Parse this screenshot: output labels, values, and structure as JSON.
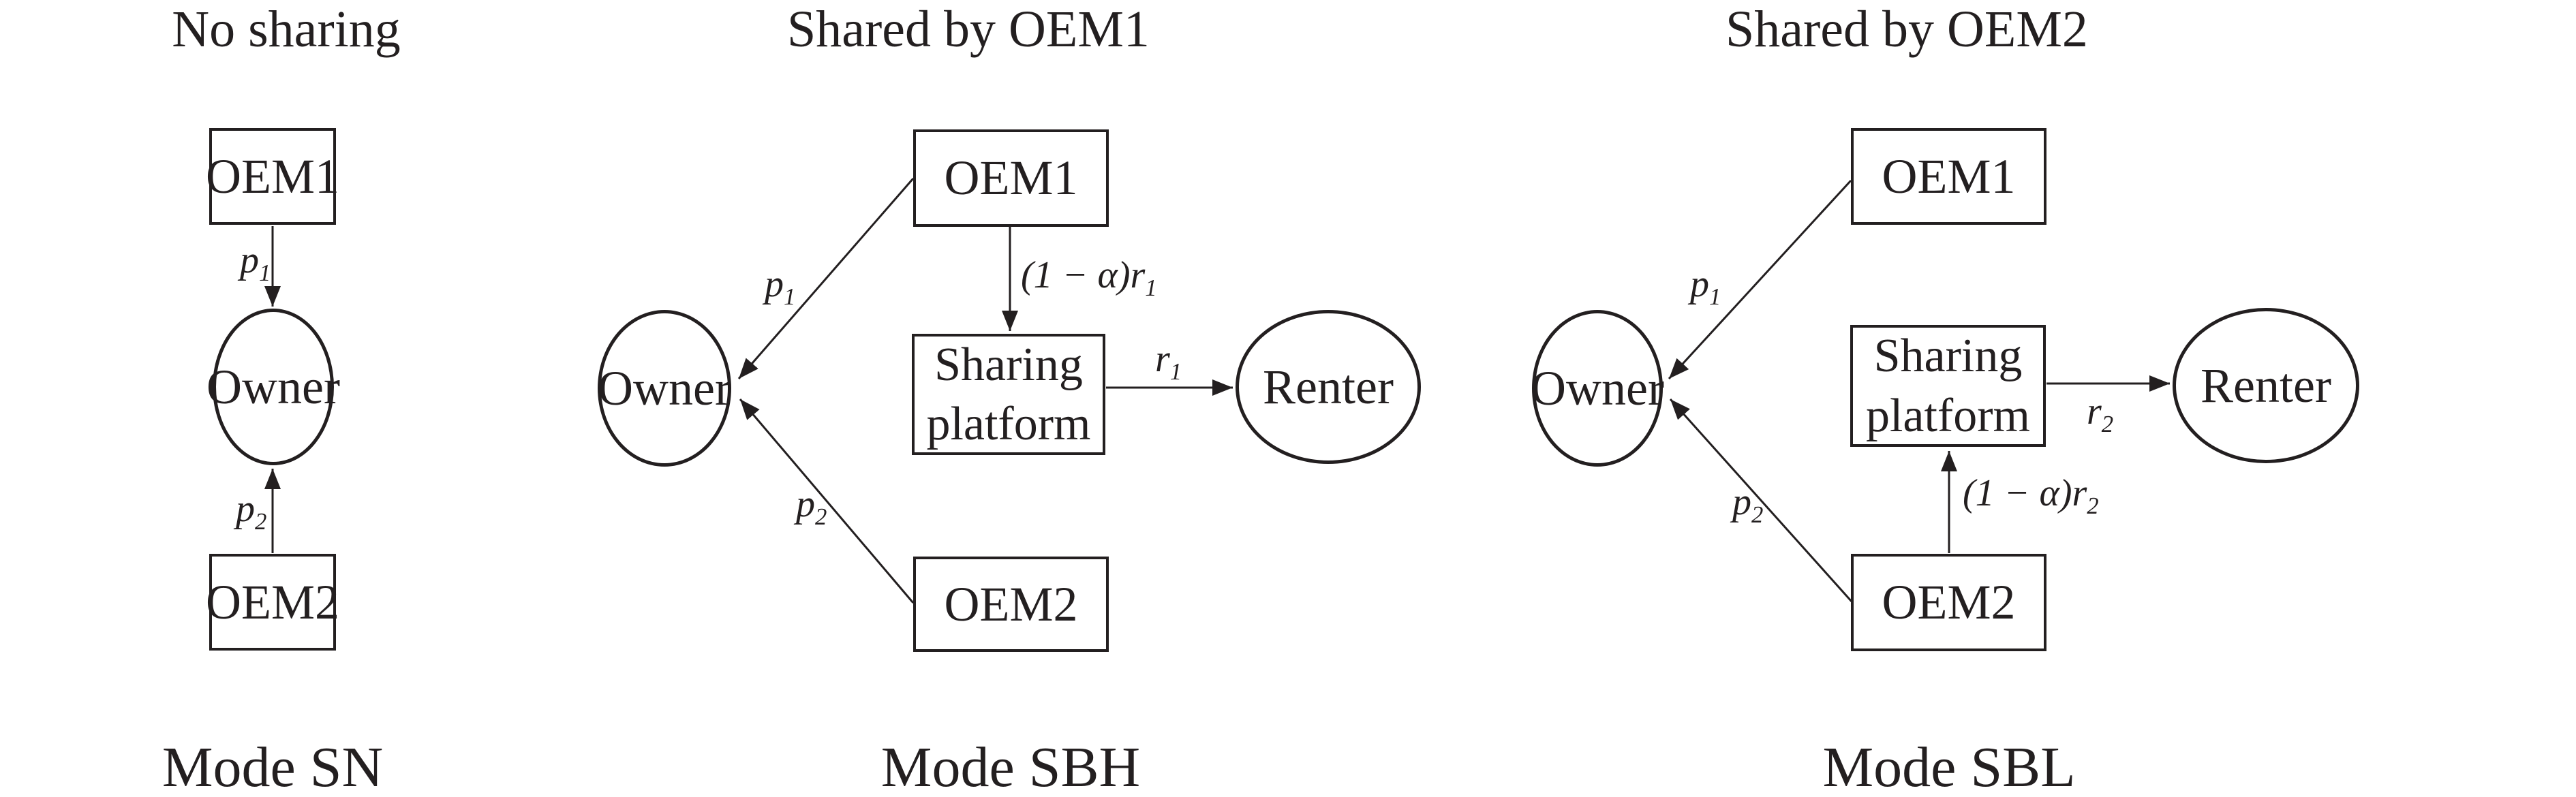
{
  "colors": {
    "ink": "#231f20",
    "background": "#ffffff"
  },
  "panels": [
    {
      "title": "No sharing",
      "mode_label": "Mode SN",
      "nodes": {
        "oem1": "OEM1",
        "owner": "Owner",
        "oem2": "OEM2"
      },
      "edge_labels": {
        "p1": {
          "base": "p",
          "sub": "1"
        },
        "p2": {
          "base": "p",
          "sub": "2"
        }
      }
    },
    {
      "title": "Shared by OEM1",
      "mode_label": "Mode SBH",
      "nodes": {
        "oem1": "OEM1",
        "owner": "Owner",
        "platform": [
          "Sharing",
          "platform"
        ],
        "renter": "Renter",
        "oem2": "OEM2"
      },
      "edge_labels": {
        "p1": {
          "base": "p",
          "sub": "1"
        },
        "p2": {
          "base": "p",
          "sub": "2"
        },
        "platform_share": {
          "base": "(1 − α)r",
          "sub": "1"
        },
        "rent": {
          "base": "r",
          "sub": "1"
        }
      }
    },
    {
      "title": "Shared by OEM2",
      "mode_label": "Mode SBL",
      "nodes": {
        "oem1": "OEM1",
        "owner": "Owner",
        "platform": [
          "Sharing",
          "platform"
        ],
        "renter": "Renter",
        "oem2": "OEM2"
      },
      "edge_labels": {
        "p1": {
          "base": "p",
          "sub": "1"
        },
        "p2": {
          "base": "p",
          "sub": "2"
        },
        "platform_share": {
          "base": "(1 − α)r",
          "sub": "2"
        },
        "rent": {
          "base": "r",
          "sub": "2"
        }
      }
    }
  ]
}
